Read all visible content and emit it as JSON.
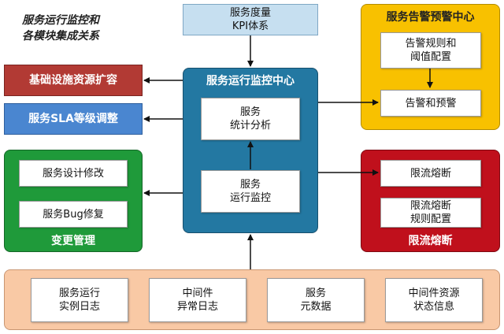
{
  "title": {
    "line1": "服务运行监控和",
    "line2": "各模块集成关系"
  },
  "kpi": {
    "line1": "服务度量",
    "line2": "KPI体系"
  },
  "monitor_center": {
    "title": "服务运行监控中心",
    "stats": {
      "line1": "服务",
      "line2": "统计分析"
    },
    "runtime": {
      "line1": "服务",
      "line2": "运行监控"
    }
  },
  "left_actions": {
    "infra": "基础设施资源扩容",
    "sla": "服务SLA等级调整"
  },
  "change_mgmt": {
    "title": "变更管理",
    "items": [
      "服务设计修改",
      "服务Bug修复"
    ]
  },
  "alert_center": {
    "title": "服务告警预警中心",
    "rules": {
      "line1": "告警规则和",
      "line2": "阈值配置"
    },
    "alerts": "告警和预警"
  },
  "circuit_breaker": {
    "title": "限流熔断",
    "item1": "限流熔断",
    "item2": {
      "line1": "限流熔断",
      "line2": "规则配置"
    }
  },
  "data_sources": [
    {
      "line1": "服务运行",
      "line2": "实例日志"
    },
    {
      "line1": "中间件",
      "line2": "异常日志"
    },
    {
      "line1": "服务",
      "line2": "元数据"
    },
    {
      "line1": "中间件资源",
      "line2": "状态信息"
    }
  ],
  "colors": {
    "monitor_bg": "#2378a2",
    "alert_bg": "#f8c100",
    "change_bg": "#1f9a3a",
    "breaker_bg": "#c0101c",
    "infra_bg": "#b23a34",
    "sla_bg": "#4a86d0",
    "kpi_bg": "#c6dff0",
    "bottom_bg": "#f9c9a5"
  }
}
